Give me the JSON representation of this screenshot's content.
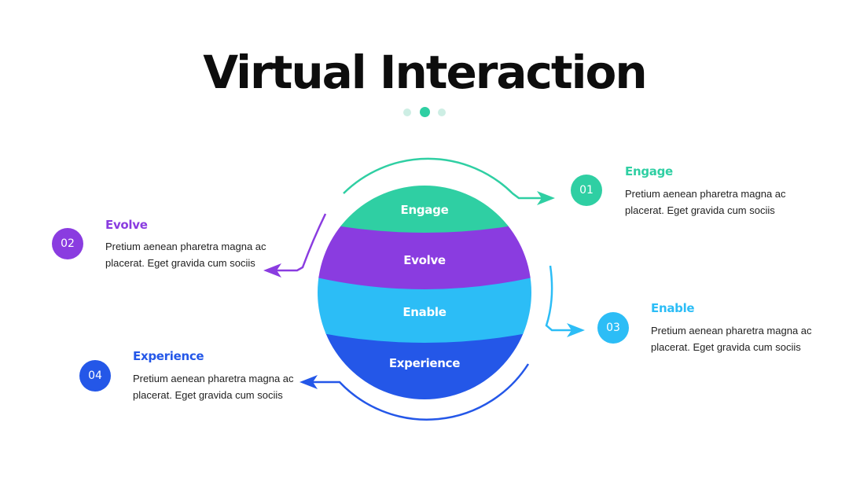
{
  "title": "Virtual Interaction",
  "colors": {
    "engage": "#2fcfa3",
    "evolve": "#8a3ce0",
    "enable": "#2cbdf6",
    "experience": "#2457e8"
  },
  "segments": {
    "engage": "Engage",
    "evolve": "Evolve",
    "enable": "Enable",
    "experience": "Experience"
  },
  "items": [
    {
      "num": "01",
      "title": "Engage",
      "desc": "Pretium aenean pharetra magna ac placerat. Eget gravida cum sociis"
    },
    {
      "num": "02",
      "title": "Evolve",
      "desc": "Pretium aenean pharetra magna ac placerat. Eget gravida cum sociis"
    },
    {
      "num": "03",
      "title": "Enable",
      "desc": "Pretium aenean pharetra magna ac placerat. Eget gravida cum sociis"
    },
    {
      "num": "04",
      "title": "Experience",
      "desc": "Pretium aenean pharetra magna ac placerat. Eget gravida cum sociis"
    }
  ]
}
